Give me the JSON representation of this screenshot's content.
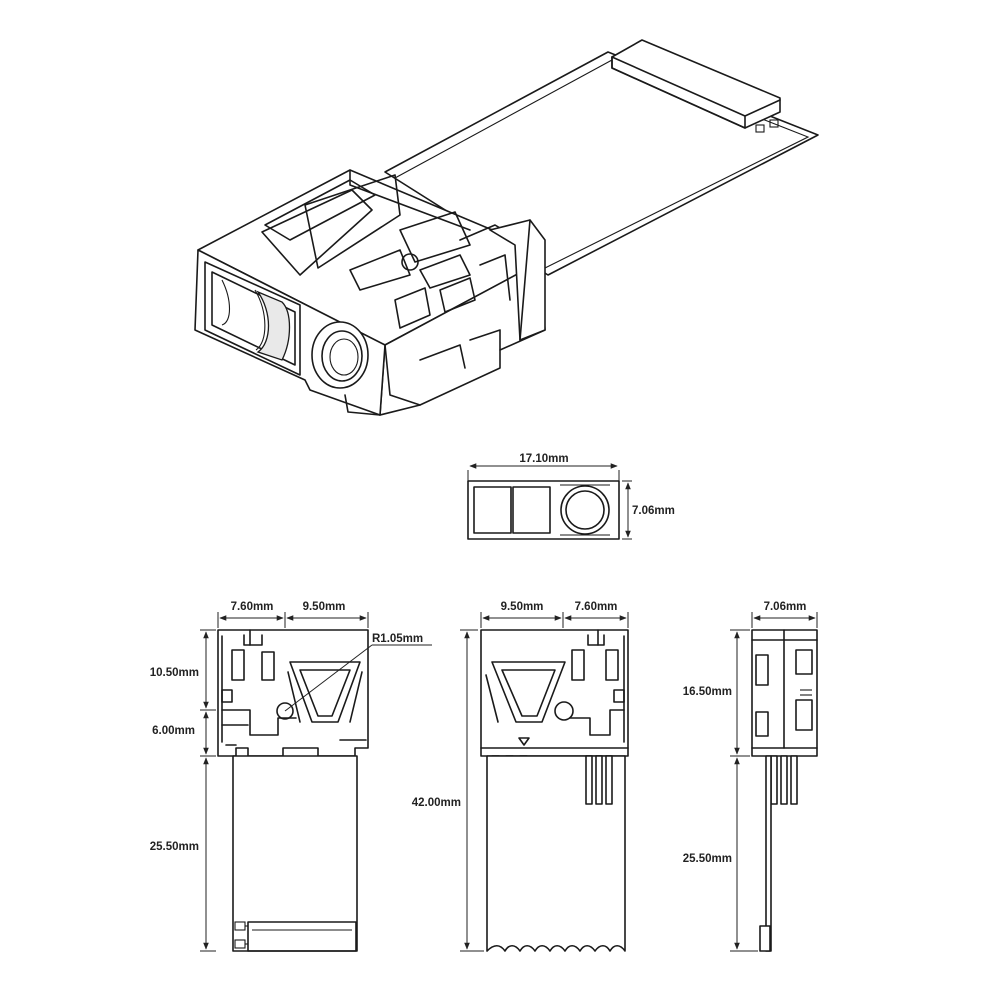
{
  "labels": {
    "end_view_width": "17.10mm",
    "end_view_height": "7.06mm",
    "front_left_width": "7.60mm",
    "front_right_width": "9.50mm",
    "radius": "R1.05mm",
    "front_upper_height": "10.50mm",
    "front_lower_height": "6.00mm",
    "front_tail_height": "25.50mm",
    "back_left_width": "9.50mm",
    "back_right_width": "7.60mm",
    "back_total_height": "42.00mm",
    "side_width": "7.06mm",
    "side_body_height": "16.50mm",
    "side_tail_height": "25.50mm"
  }
}
